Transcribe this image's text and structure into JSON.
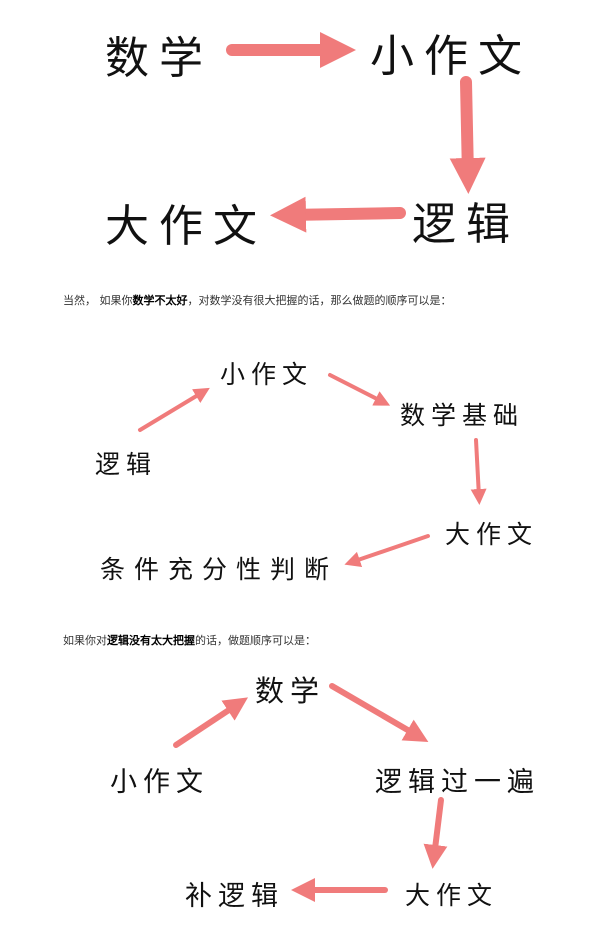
{
  "arrow_color": "#f07b7b",
  "diagram1": {
    "n1": "数学",
    "n2": "小作文",
    "n3": "逻辑",
    "n4": "大作文"
  },
  "para1": {
    "a": "当然， 如果你",
    "b": "数学不太好",
    "c": "，对数学没有很大把握的话，那么做题的顺序可以是："
  },
  "diagram2": {
    "n1": "逻辑",
    "n2": "小作文",
    "n3": "数学基础",
    "n4": "大作文",
    "n5": "条件充分性判断"
  },
  "para2": {
    "a": "如果你对",
    "b": "逻辑没有太大把握",
    "c": "的话，做题顺序可以是："
  },
  "diagram3": {
    "n1": "小作文",
    "n2": "数学",
    "n3": "逻辑过一遍",
    "n4": "大作文",
    "n5": "补逻辑"
  }
}
